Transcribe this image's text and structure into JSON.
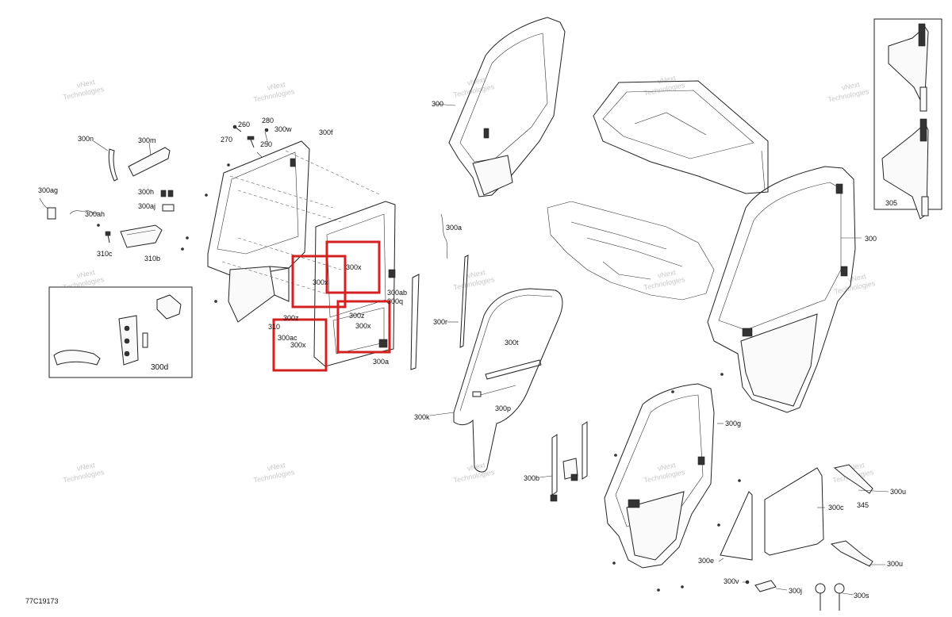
{
  "diagram_id": "77C19173",
  "watermark": [
    "vNext",
    "Technologies"
  ],
  "callouts": {
    "c300n": "300n",
    "c300m": "300m",
    "c300ag": "300ag",
    "c300h": "300h",
    "c300aj": "300aj",
    "c300ah": "300ah",
    "c310c": "310c",
    "c310b": "310b",
    "c300d": "300d",
    "c260": "260",
    "c280": "280",
    "c300w": "300w",
    "c270": "270",
    "c250": "250",
    "c300f": "300f",
    "c300x_1": "300x",
    "c300x_2": "300x",
    "c300x_3": "300x",
    "c300x_4": "300x",
    "c300z_1": "300z",
    "c300z_2": "300z",
    "c300ac": "300ac",
    "c300ab": "300ab",
    "c300q": "300q",
    "c300a_1": "300a",
    "c300a_2": "300a",
    "c300r": "300r",
    "c300k": "300k",
    "c300t": "300t",
    "c300p": "300p",
    "c300b": "300b",
    "c300_1": "300",
    "c300_2": "300",
    "c305": "305",
    "c300g": "300g",
    "c300c": "300c",
    "c300e": "300e",
    "c300u_1": "300u",
    "c300u_2": "300u",
    "c345": "345",
    "c300v": "300v",
    "c300j": "300j",
    "c300s": "300s",
    "c310": "310"
  },
  "highlights": [
    "300x",
    "300x",
    "300x",
    "300z"
  ]
}
